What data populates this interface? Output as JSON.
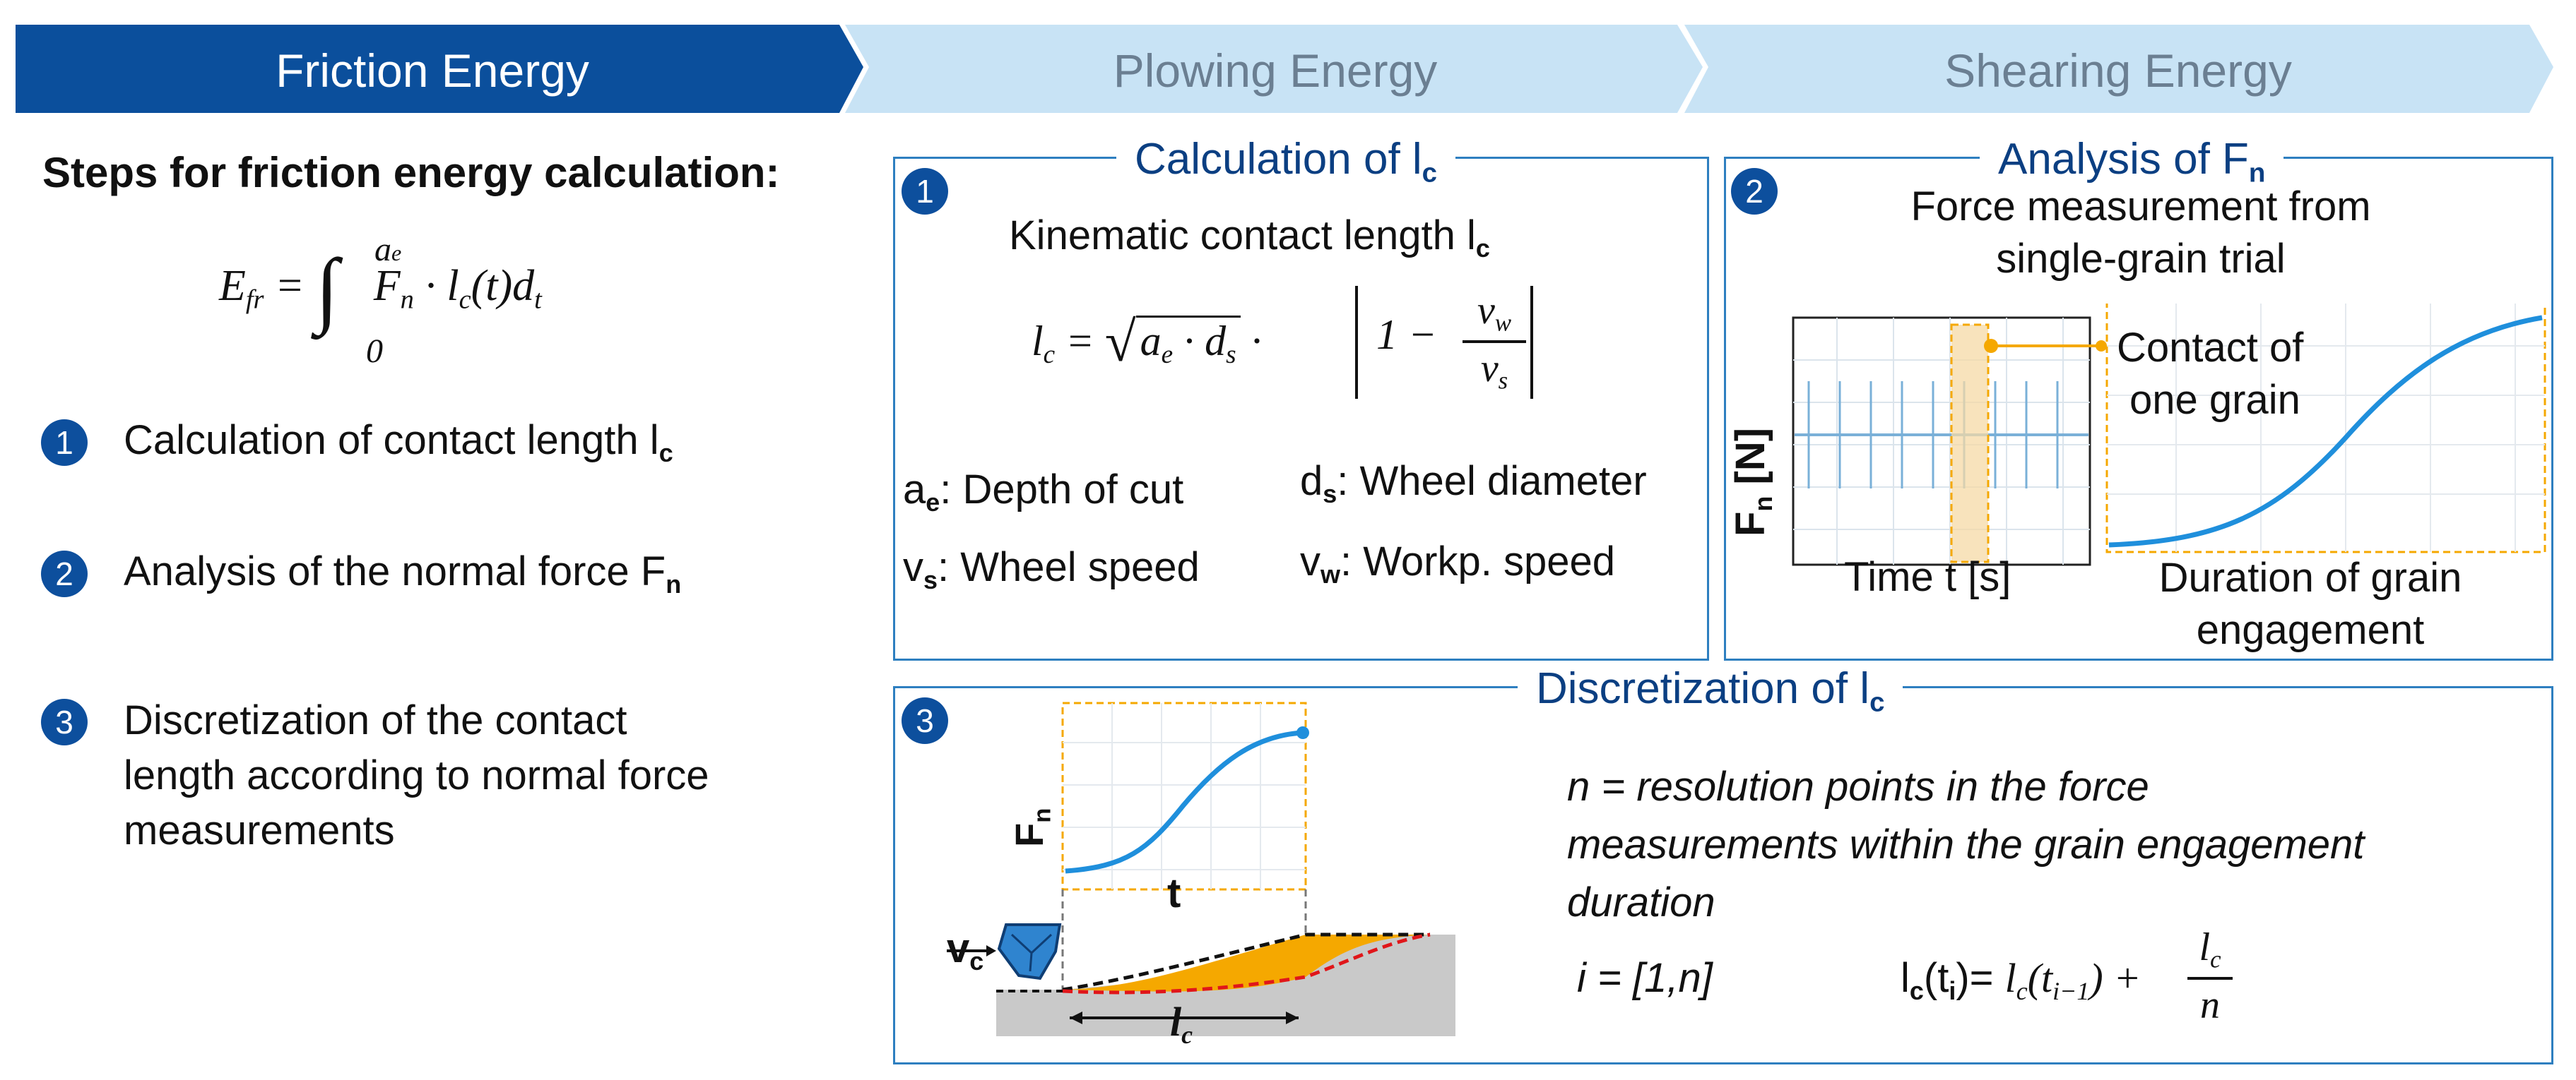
{
  "tabs": [
    {
      "label": "Friction Energy",
      "active": true
    },
    {
      "label": "Plowing Energy",
      "active": false
    },
    {
      "label": "Shearing Energy",
      "active": false
    }
  ],
  "left": {
    "heading": "Steps for friction energy calculation:",
    "formula": {
      "lhs": "E",
      "lhs_sub": "fr",
      "eq": "=",
      "lower": "0",
      "upper": "a",
      "upper_sub": "e",
      "body_a": "F",
      "body_a_sub": "n",
      "dot": "·",
      "body_b": "l",
      "body_b_sub": "c",
      "body_c": "(t)d",
      "body_c_sub": "t"
    },
    "steps": [
      {
        "num": "1",
        "text": "Calculation of contact length l",
        "sub": "c"
      },
      {
        "num": "2",
        "text": "Analysis of the normal force F",
        "sub": "n"
      },
      {
        "num": "3",
        "lines": [
          "Discretization of the contact",
          "length according to normal force",
          "measurements"
        ]
      }
    ]
  },
  "panel1": {
    "num": "1",
    "title": "Calculation of l",
    "title_sub": "c",
    "subtitle": "Kinematic contact length l",
    "subtitle_sub": "c",
    "formula": {
      "lhs": "l",
      "lhs_sub": "c",
      "eq": "=",
      "rad_a": "a",
      "rad_a_sub": "e",
      "dot": "·",
      "rad_b": "d",
      "rad_b_sub": "s",
      "one": "1",
      "minus": "−",
      "num": "v",
      "num_sub": "w",
      "den": "v",
      "den_sub": "s"
    },
    "defs": [
      {
        "sym": "a",
        "sub": "e",
        "text": ": Depth of cut"
      },
      {
        "sym": "d",
        "sub": "s",
        "text": ": Wheel diameter"
      },
      {
        "sym": "v",
        "sub": "s",
        "text": ": Wheel speed"
      },
      {
        "sym": "v",
        "sub": "w",
        "text": ": Workp. speed"
      }
    ]
  },
  "panel2": {
    "num": "2",
    "title": "Analysis of F",
    "title_sub": "n",
    "subtitle_lines": [
      "Force measurement from",
      "single-grain trial"
    ],
    "ylabel": "F",
    "ylabel_sub": "n",
    "ylabel_tail": " [N]",
    "xlabel": "Time t [s]",
    "zoom_label_lines": [
      "Contact of",
      "one grain"
    ],
    "zoom_caption_lines": [
      "Duration of grain",
      "engagement"
    ],
    "accent": "#f5a800",
    "line_color": "#1f8fdc"
  },
  "panel3": {
    "num": "3",
    "title": "Discretization of l",
    "title_sub": "c",
    "plot_ylabel": "F",
    "plot_ylabel_sub": "n",
    "plot_xlabel": "t",
    "velocity": "v",
    "velocity_sub": "c",
    "length_label": "l",
    "length_label_sub": "c",
    "desc_lines": [
      "n = resolution points in the force",
      "measurements within the grain engagement",
      "duration"
    ],
    "range": "i = [1,n]",
    "eq": {
      "lhs": "l",
      "lhs_sub": "c",
      "lhs_arg": "(t",
      "lhs_arg_sub": "i",
      "lhs_close": ")=",
      "rhs": "l",
      "rhs_sub": "c",
      "rhs_arg": "(t",
      "rhs_arg_sub": "i−1",
      "rhs_close": ") +",
      "frac_num": "l",
      "frac_num_sub": "c",
      "frac_den": "n"
    }
  }
}
